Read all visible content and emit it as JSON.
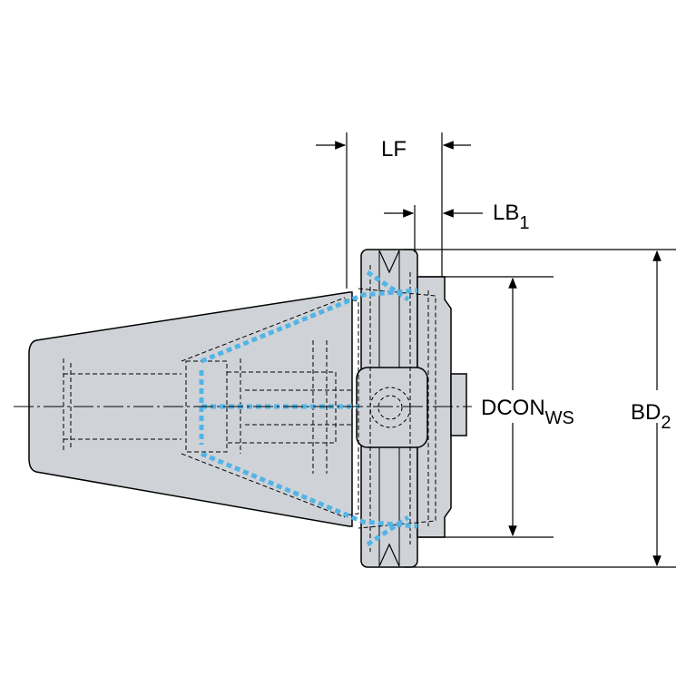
{
  "dimensions": {
    "lf": {
      "label": "LF"
    },
    "lb1": {
      "label": "LB",
      "subscript": "1"
    },
    "dcon_ws": {
      "label": "DCON",
      "subscript": "WS"
    },
    "bd2": {
      "label": "BD",
      "subscript": "2"
    }
  },
  "colors": {
    "body_fill": "#cfd3d8",
    "outline": "#000000",
    "coolant": "#53b4e6",
    "background": "#ffffff"
  }
}
